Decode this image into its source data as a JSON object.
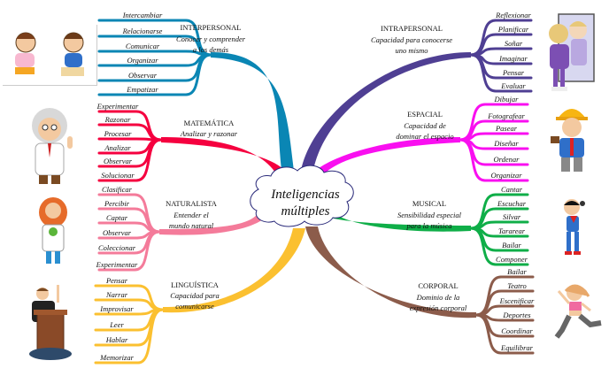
{
  "center": {
    "line1": "Inteligencias",
    "line2": "múltiples"
  },
  "branches": [
    {
      "id": "interpersonal",
      "side": "left",
      "color": "#0a86b4",
      "title": "INTERPERSONAL",
      "desc": [
        "Conocer y comprender",
        "a los demás"
      ],
      "items": [
        "Intercambiar",
        "Relacionarse",
        "Comunicar",
        "Organizar",
        "Observar",
        "Empatizar"
      ],
      "illustration": "children-talking-icon"
    },
    {
      "id": "matematica",
      "side": "left",
      "color": "#f5003f",
      "title": "MATEMÁTICA",
      "desc": [
        "Analizar y razonar"
      ],
      "items": [
        "Experimentar",
        "Razonar",
        "Procesar",
        "Analizar",
        "Observar",
        "Solucionar"
      ],
      "illustration": "scientist-icon"
    },
    {
      "id": "naturalista",
      "side": "left",
      "color": "#f47b9a",
      "title": "NATURALISTA",
      "desc": [
        "Entender el",
        "mundo natural"
      ],
      "items": [
        "Clasificar",
        "Percibir",
        "Captar",
        "Observar",
        "Coleccionar",
        "Experimentar"
      ],
      "illustration": "naturalist-girl-icon"
    },
    {
      "id": "linguistica",
      "side": "left",
      "color": "#fbc030",
      "title": "LINGUÍSTICA",
      "desc": [
        "Capacidad para",
        "comunicarse"
      ],
      "items": [
        "Pensar",
        "Narrar",
        "Improvisar",
        "Leer",
        "Hablar",
        "Memorizar"
      ],
      "illustration": "speaker-podium-icon"
    },
    {
      "id": "intrapersonal",
      "side": "right",
      "color": "#4f3f93",
      "title": "INTRAPERSONAL",
      "desc": [
        "Capacidad para conocerse",
        "uno mismo"
      ],
      "items": [
        "Reflexionar",
        "Planificar",
        "Soñar",
        "Imaginar",
        "Pensar",
        "Evaluar"
      ],
      "illustration": "girl-mirror-icon"
    },
    {
      "id": "espacial",
      "side": "right",
      "color": "#f90ff0",
      "title": "ESPACIAL",
      "desc": [
        "Capacidad de",
        "dominar el espacio"
      ],
      "items": [
        "Dibujar",
        "Fotografear",
        "Pasear",
        "Diseñar",
        "Ordenar",
        "Organizar"
      ],
      "illustration": "builder-boy-icon"
    },
    {
      "id": "musical",
      "side": "right",
      "color": "#0fae48",
      "title": "MUSICAL",
      "desc": [
        "Sensibilidad especial",
        "para la música"
      ],
      "items": [
        "Cantar",
        "Escuchar",
        "Silvar",
        "Tararear",
        "Bailar",
        "Componer"
      ],
      "illustration": "singer-boy-icon"
    },
    {
      "id": "corporal",
      "side": "right",
      "color": "#8c5c4b",
      "title": "CORPORAL",
      "desc": [
        "Dominio de la",
        "expresión corporal"
      ],
      "items": [
        "Bailar",
        "Teatro",
        "Escenificar",
        "Deportes",
        "Coordinar",
        "Equilibrar"
      ],
      "illustration": "dancing-girl-icon"
    }
  ]
}
